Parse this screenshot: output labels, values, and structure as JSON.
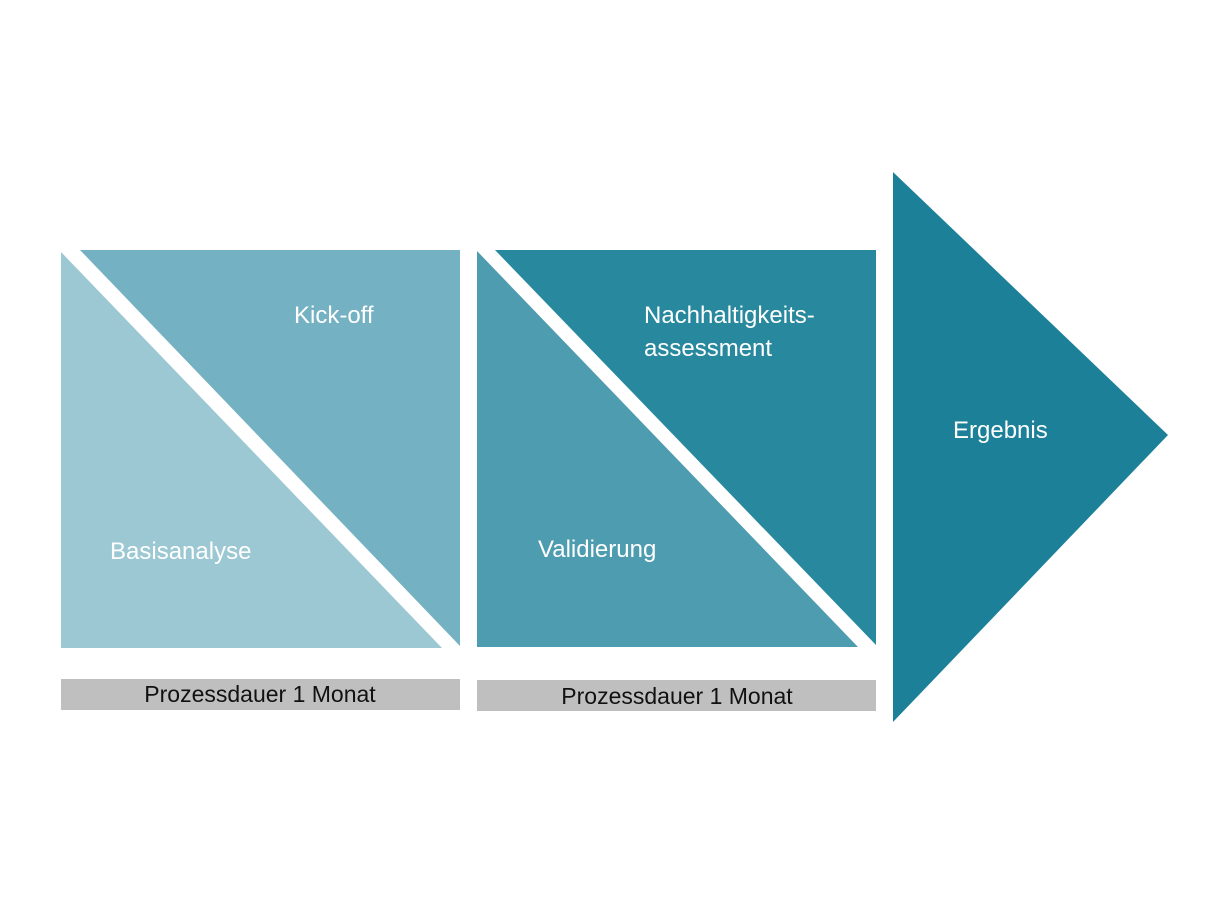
{
  "colors": {
    "basisanalyse": "#9cc8d3",
    "kickoff": "#74b1c2",
    "validierung": "#4e9cb0",
    "nachhaltigkeit": "#27889e",
    "ergebnis": "#1c8099",
    "duration_bar": "#bfbfbf",
    "label_text": "#ffffff",
    "bar_text": "#111111"
  },
  "steps": {
    "basisanalyse": "Basisanalyse",
    "kickoff": "Kick-off",
    "validierung": "Validierung",
    "nachhaltigkeit_line1": "Nachhaltigkeits-",
    "nachhaltigkeit_line2": "assessment",
    "ergebnis": "Ergebnis"
  },
  "durations": {
    "phase1": "Prozessdauer 1 Monat",
    "phase2": "Prozessdauer 1 Monat"
  }
}
